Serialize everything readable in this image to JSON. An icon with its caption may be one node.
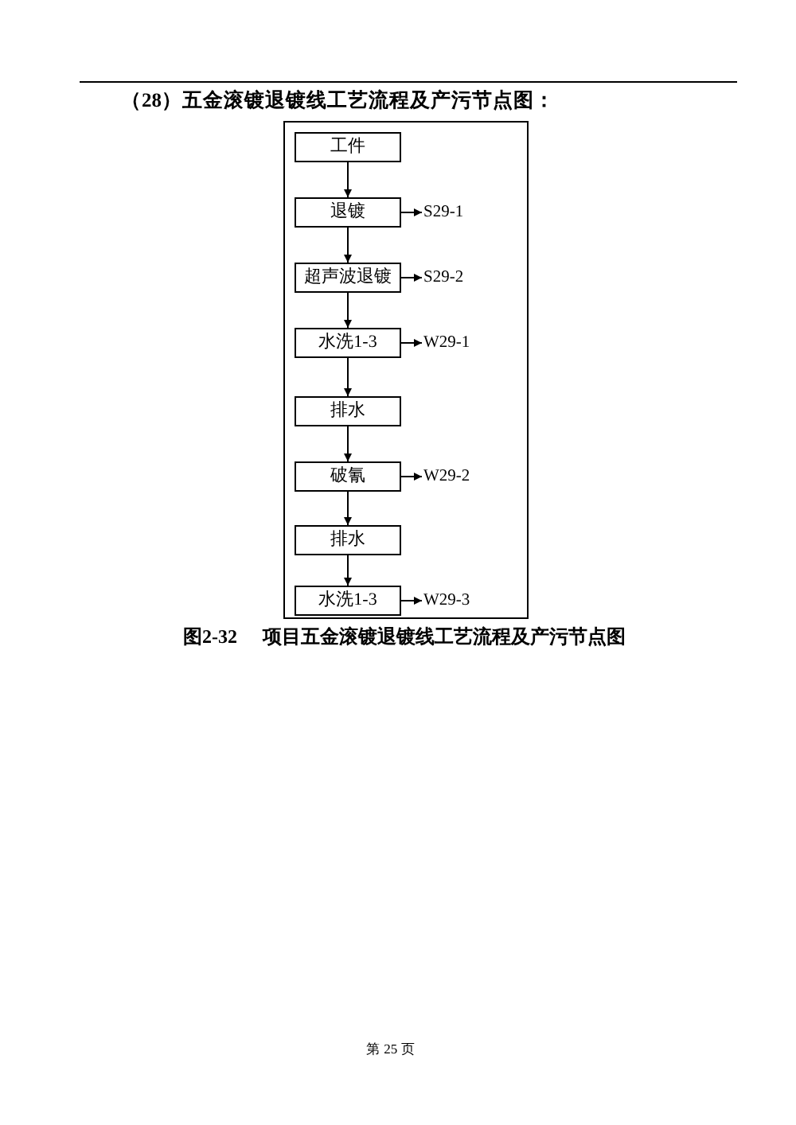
{
  "diagram": {
    "title": "（28）五金滚镀退镀线工艺流程及产污节点图：",
    "caption": "图2-32 项目五金滚镀退镀线工艺流程及产污节点图",
    "nodes": [
      {
        "text": [
          "工件"
        ]
      },
      {
        "text": [
          "退镀"
        ]
      },
      {
        "text": [
          "S29-1"
        ]
      },
      {
        "text": [
          "超声波退镀"
        ]
      },
      {
        "text": [
          "S29-2"
        ]
      },
      {
        "text": [
          "水洗1-3"
        ]
      },
      {
        "text": [
          "W29-1"
        ]
      },
      {
        "text": [
          "排水"
        ]
      },
      {
        "text": [
          "破氰"
        ]
      },
      {
        "text": [
          "W29-2"
        ]
      },
      {
        "text": [
          "排水"
        ]
      },
      {
        "text": [
          "水洗1-3"
        ]
      },
      {
        "text": [
          "W29-3"
        ]
      }
    ],
    "edges": [
      {
        "from": 0,
        "to": 1,
        "arrow": "to"
      },
      {
        "from": 1,
        "to": 2,
        "arrow": "to"
      },
      {
        "from": 1,
        "to": 3,
        "arrow": "to"
      },
      {
        "from": 3,
        "to": 4,
        "arrow": "to"
      },
      {
        "from": 3,
        "to": 5,
        "arrow": "to"
      },
      {
        "from": 5,
        "to": 6,
        "arrow": "to"
      },
      {
        "from": 5,
        "to": 7,
        "arrow": "to"
      },
      {
        "from": 7,
        "to": 8,
        "arrow": "to"
      },
      {
        "from": 8,
        "to": 9,
        "arrow": "to"
      },
      {
        "from": 8,
        "to": 10,
        "arrow": "to"
      },
      {
        "from": 10,
        "to": 11,
        "arrow": "to"
      },
      {
        "from": 11,
        "to": 12,
        "arrow": "to"
      }
    ],
    "labels": [
      "第 25 页"
    ]
  }
}
